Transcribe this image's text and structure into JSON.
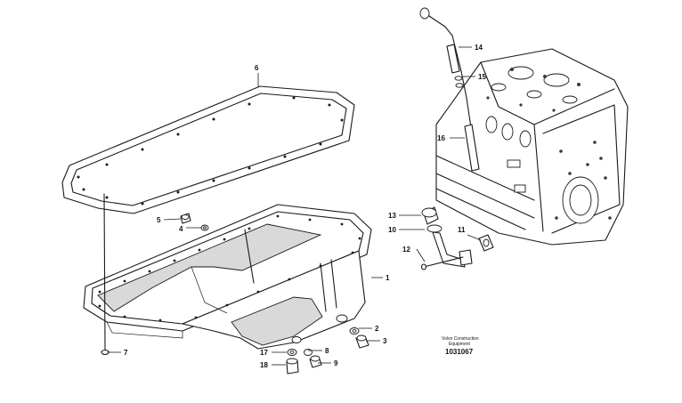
{
  "callouts": {
    "c1": "1",
    "c2": "2",
    "c3": "3",
    "c4": "4",
    "c5": "5",
    "c6": "6",
    "c7": "7",
    "c8": "8",
    "c9": "9",
    "c10": "10",
    "c11": "11",
    "c12": "12",
    "c13": "13",
    "c14": "14",
    "c15": "15",
    "c16": "16",
    "c17": "17",
    "c18": "18"
  },
  "footer": {
    "line1": "Volvo Construction",
    "line2": "Equipment",
    "drawing_id": "1031067"
  }
}
